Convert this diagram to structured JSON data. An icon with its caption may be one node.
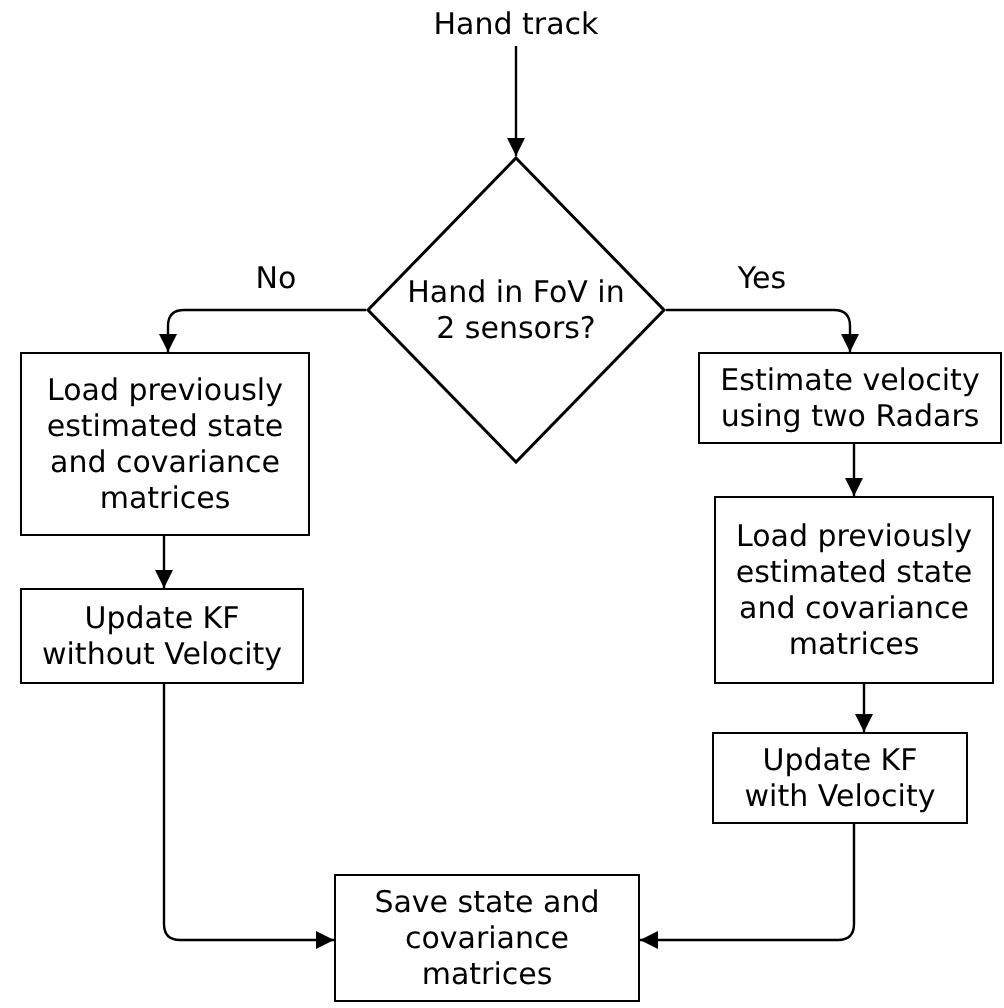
{
  "diagram": {
    "nodes": [
      {
        "text": [
          "Hand track"
        ]
      },
      {
        "text": [
          "Hand in FoV in 2 sensors?"
        ]
      },
      {
        "text": [
          "Load previously estimated state and covariance matrices"
        ]
      },
      {
        "text": [
          "Update KF without Velocity"
        ]
      },
      {
        "text": [
          "Estimate velocity using two Radars"
        ]
      },
      {
        "text": [
          "Load previously estimated state and covariance matrices"
        ]
      },
      {
        "text": [
          "Update KF with Velocity"
        ]
      },
      {
        "text": [
          "Save state and covariance matrices"
        ]
      }
    ],
    "edges": [
      {
        "from": 0,
        "to": 1,
        "arrow": "to"
      },
      {
        "from": 1,
        "to": 2,
        "arrow": "to",
        "label": "No"
      },
      {
        "from": 1,
        "to": 4,
        "arrow": "to",
        "label": "Yes"
      },
      {
        "from": 2,
        "to": 3,
        "arrow": "to"
      },
      {
        "from": 4,
        "to": 5,
        "arrow": "to"
      },
      {
        "from": 5,
        "to": 6,
        "arrow": "to"
      },
      {
        "from": 3,
        "to": 7,
        "arrow": "to"
      },
      {
        "from": 6,
        "to": 7,
        "arrow": "to"
      }
    ]
  }
}
